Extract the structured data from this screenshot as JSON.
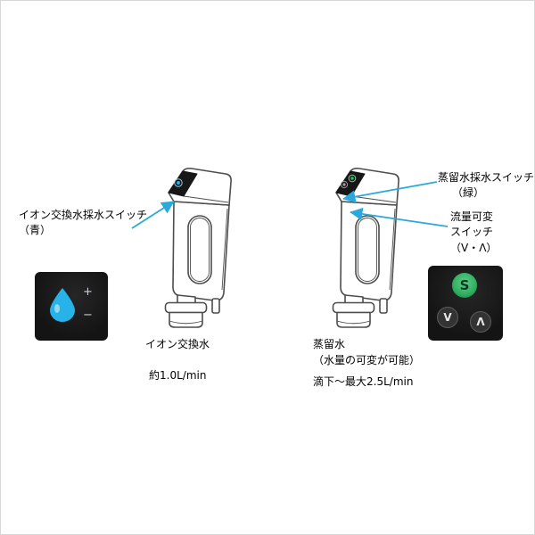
{
  "colors": {
    "arrow": "#2aa9dd",
    "panel_bg": "#141414",
    "droplet": "#27b3e8",
    "green_button": "#2fae5f",
    "line_art": "#4d4d4d"
  },
  "left_faucet": {
    "switch_label_line1": "イオン交換水採水スイッチ",
    "switch_label_line2": "（青）",
    "caption": "イオン交換水",
    "flow_rate": "約1.0L/min",
    "panel": {
      "plus": "+",
      "minus": "−"
    }
  },
  "right_faucet": {
    "switch_label_line1": "蒸留水採水スイッチ",
    "switch_label_line2": "（緑）",
    "flow_label_line1": "流量可変",
    "flow_label_line2": "スイッチ",
    "flow_label_line3": "（V・Λ）",
    "caption_line1": "蒸留水",
    "caption_line2": "（水量の可変が可能）",
    "flow_rate": "滴下～最大2.5L/min",
    "panel": {
      "select": "S",
      "down": "V",
      "up": "Λ"
    }
  }
}
